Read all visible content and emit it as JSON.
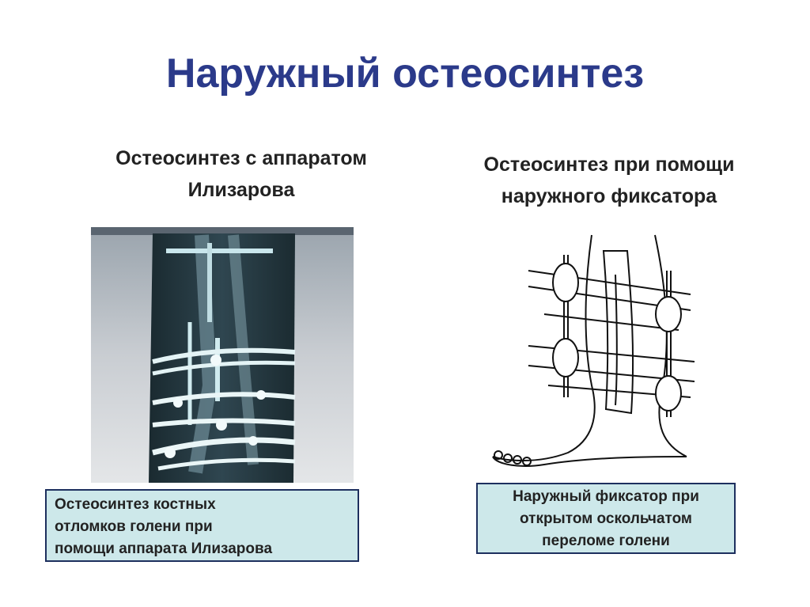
{
  "slide": {
    "title": "Наружный остеосинтез",
    "left": {
      "subtitle_lines": [
        "Остеосинтез с аппаратом",
        "Илизарова"
      ],
      "caption_lines": [
        "Остеосинтез костных",
        "отломков голени при",
        "помощи аппарата Илизарова"
      ]
    },
    "right": {
      "subtitle_lines": [
        "Остеосинтез при помощи",
        "наружного фиксатора"
      ],
      "caption_lines": [
        "Наружный фиксатор при",
        "открытом оскольчатом",
        "переломе голени"
      ]
    },
    "colors": {
      "title": "#2b3a8a",
      "caption_bg": "#cde8ea",
      "caption_border": "#1d2f5e"
    }
  }
}
